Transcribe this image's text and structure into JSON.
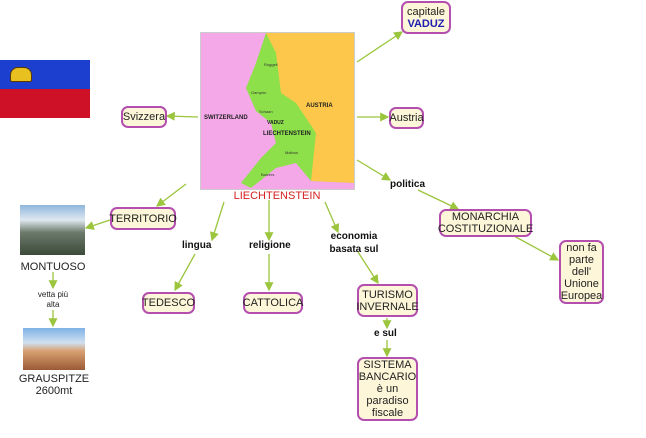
{
  "center": {
    "title": "LIECHTENSTEIN",
    "map_labels": {
      "switzerland": "SWITZERLAND",
      "austria": "AUSTRIA",
      "liechtenstein": "LIECHTENSTEIN",
      "vaduz": "VADUZ",
      "towns": [
        "Ruggell",
        "Gamprin",
        "Schaan",
        "Malbun",
        "Balzers"
      ]
    }
  },
  "nodes": {
    "capitale": {
      "line1": "capitale",
      "line2": "VADUZ"
    },
    "austria": "Austria",
    "svizzera": "Svizzera",
    "territorio": "TERRITORIO",
    "montuoso": "MONTUOSO",
    "grauspitze": [
      "GRAUSPITZE",
      "2600mt"
    ],
    "tedesco": "TEDESCO",
    "cattolica": "CATTOLICA",
    "turismo": [
      "TURISMO",
      "INVERNALE"
    ],
    "sistema": [
      "SISTEMA",
      "BANCARIO",
      "è un",
      "paradiso",
      "fiscale"
    ],
    "monarchia": [
      "MONARCHIA",
      "COSTITUZIONALE"
    ],
    "ue": [
      "non fa",
      "parte",
      "dell'",
      "Unione",
      "Europea"
    ]
  },
  "links": {
    "vetta": [
      "vetta più",
      "alta"
    ],
    "lingua": "lingua",
    "religione": "religione",
    "economia": [
      "economia",
      "basata sul"
    ],
    "esul": "e sul",
    "politica": "politica"
  },
  "colors": {
    "arrow": "#9ac53c",
    "border": "#b44fb0",
    "fill": "#fdf6d8",
    "flag_blue": "#1d3fd0",
    "flag_red": "#ce1126"
  }
}
